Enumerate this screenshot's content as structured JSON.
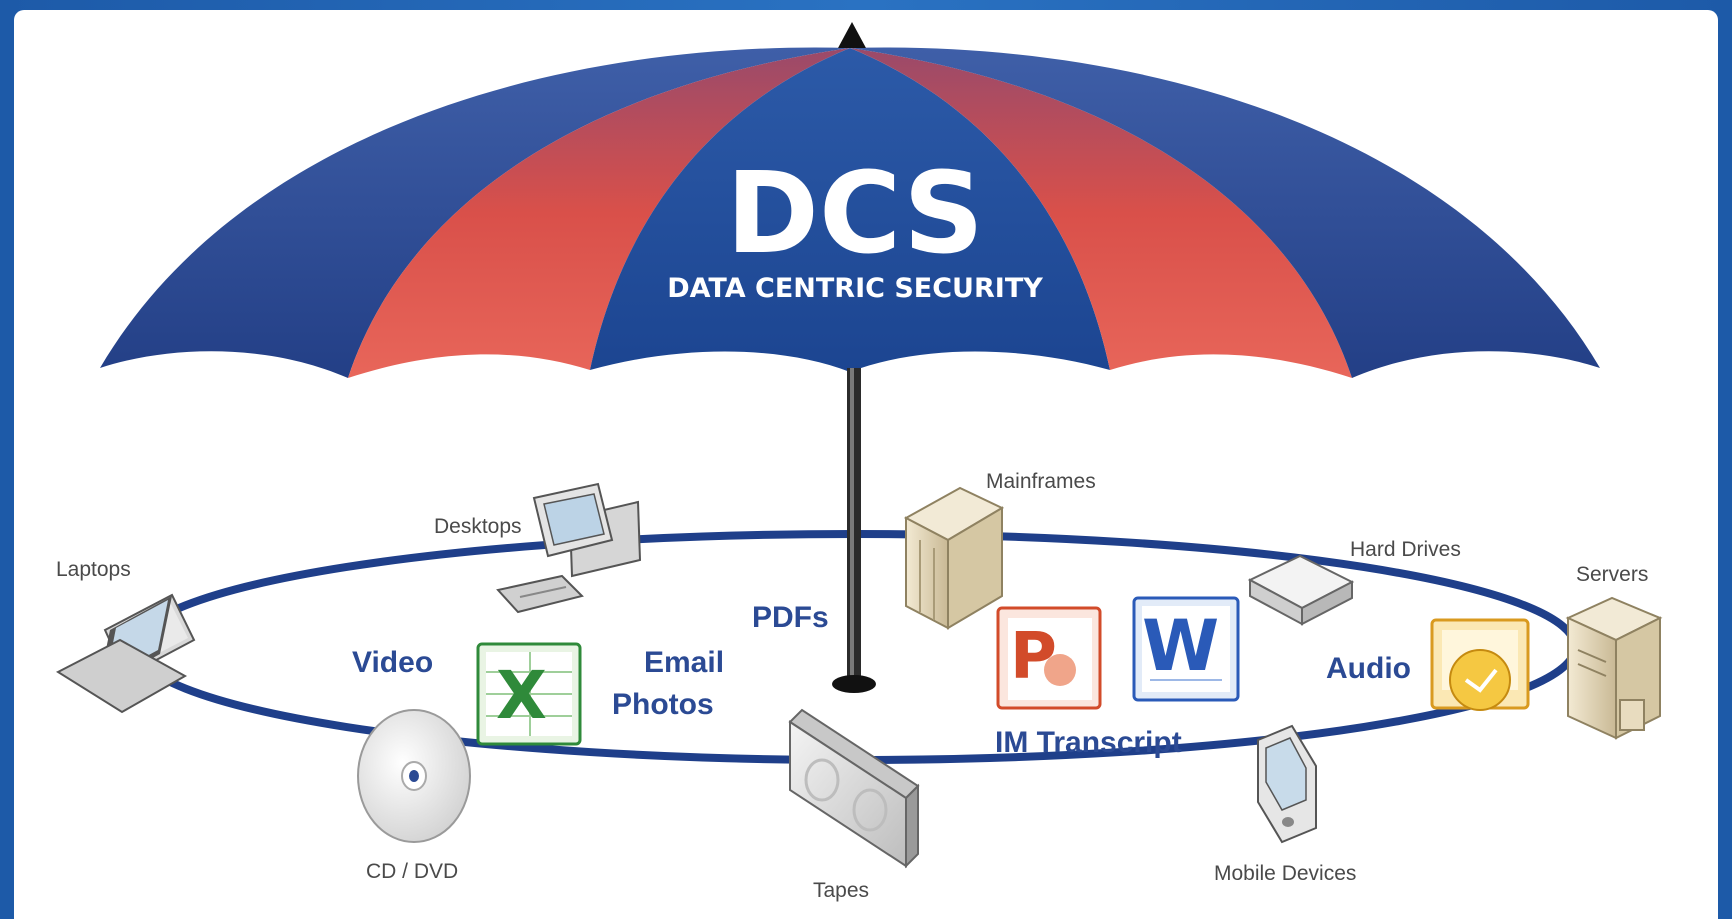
{
  "umbrella": {
    "title": "DCS",
    "subtitle": "DATA CENTRIC SECURITY"
  },
  "devices": {
    "laptops": "Laptops",
    "desktops": "Desktops",
    "mainframes": "Mainframes",
    "hard_drives": "Hard Drives",
    "servers": "Servers",
    "cd_dvd": "CD / DVD",
    "tapes": "Tapes",
    "mobile_devices": "Mobile Devices"
  },
  "data_types": {
    "video": "Video",
    "email": "Email",
    "photos": "Photos",
    "pdfs": "PDFs",
    "im_transcript": "IM Transcript",
    "audio": "Audio"
  },
  "colors": {
    "umbrella_blue": "#2e4d92",
    "umbrella_red": "#e0584f",
    "ring_blue": "#1f3f8a",
    "text_blue": "#2b4a94",
    "frame_blue": "#1f5fae"
  },
  "icons": [
    "laptop-icon",
    "desktop-icon",
    "mainframe-icon",
    "hard-drive-icon",
    "server-icon",
    "cd-icon",
    "tape-icon",
    "mobile-device-icon",
    "excel-icon",
    "powerpoint-icon",
    "word-icon",
    "outlook-icon"
  ]
}
